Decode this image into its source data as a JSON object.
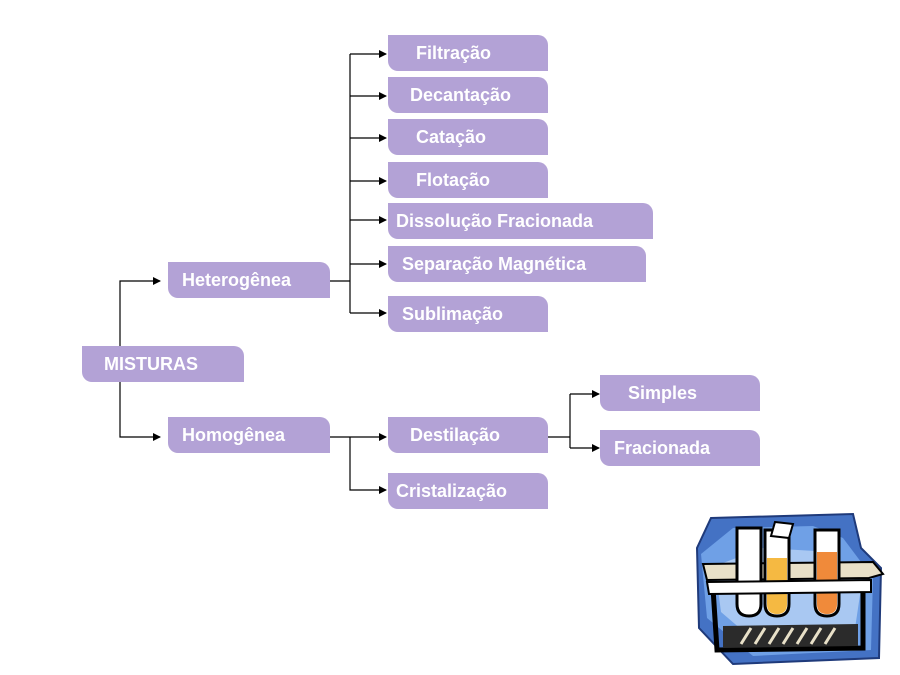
{
  "diagram": {
    "root": "MISTURAS",
    "heterogenea": {
      "label": "Heterogênea",
      "methods": [
        "Filtração",
        "Decantação",
        "Catação",
        "Flotação",
        "Dissolução Fracionada",
        "Separação Magnética",
        "Sublimação"
      ]
    },
    "homogenea": {
      "label": "Homogênea",
      "destilacao": {
        "label": "Destilação",
        "types": [
          "Simples",
          "Fracionada"
        ]
      },
      "cristalizacao": "Cristalização"
    }
  },
  "colors": {
    "node_fill": "#b3a2d6",
    "node_text": "#ffffff",
    "connector": "#000000"
  },
  "clipart": {
    "icon": "test-tubes-rack-icon"
  }
}
